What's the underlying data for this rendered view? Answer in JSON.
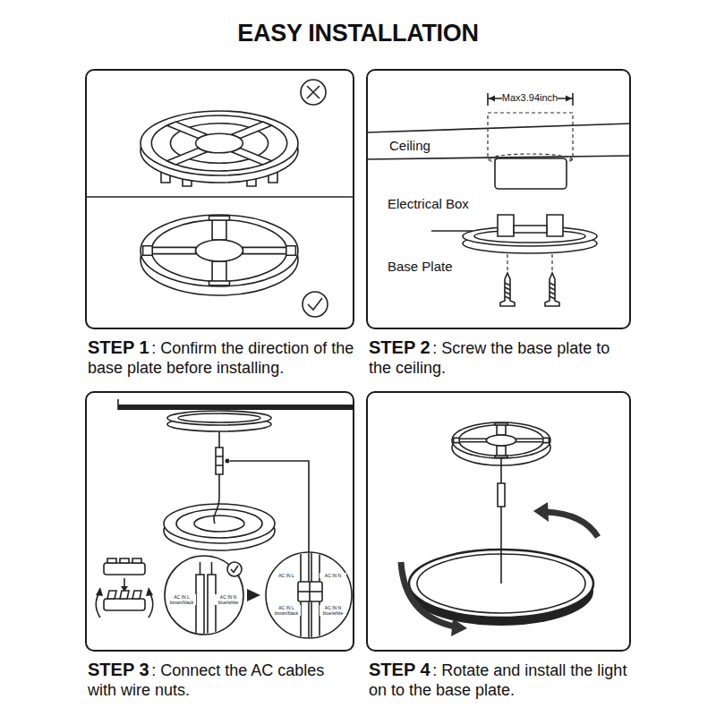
{
  "diagram": {
    "title": "EASY INSTALLATION",
    "nodes": [
      {
        "text": [
          "STEP 1",
          ": Confirm the direction of the base plate before installing."
        ]
      },
      {
        "text": [
          "STEP 2",
          ": Screw the base plate to the ceiling."
        ]
      },
      {
        "text": [
          "STEP 3",
          ": Connect the AC cables with wire nuts."
        ]
      },
      {
        "text": [
          "STEP 4",
          ": Rotate and install the light on to the base plate."
        ]
      }
    ],
    "labels": [
      "Max3.94inch",
      "Ceiling",
      "Electrical Box",
      "Base Plate",
      "AC IN L brown/black",
      "AC IN N blue/white",
      "AC IN L",
      "AC IN N",
      "AC IN L brown/black",
      "AC IN N blue/white"
    ]
  }
}
